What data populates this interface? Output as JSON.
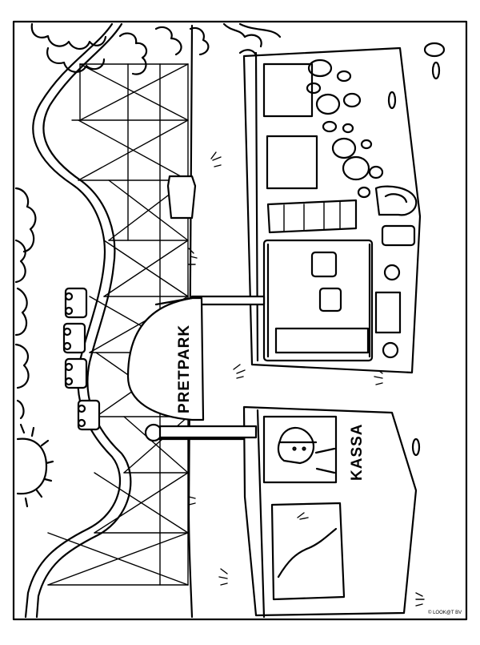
{
  "picture": {
    "park_sign": "PRETPARK",
    "booth_sign": "KASSA",
    "copyright": "© LOOK@T BV"
  },
  "palette": {
    "ink": "#000000",
    "paper": "#ffffff"
  }
}
